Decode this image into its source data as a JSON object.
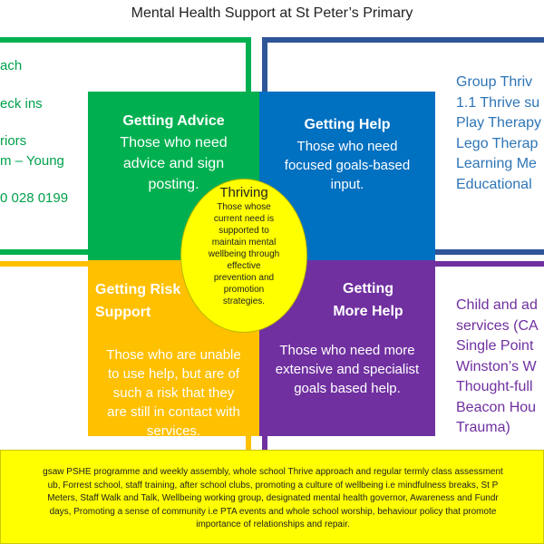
{
  "title": "Mental Health Support at St Peter’s Primary",
  "colors": {
    "green": "#00b050",
    "blue": "#0070c0",
    "navy": "#2e5597",
    "orange": "#ffc000",
    "purple": "#7030a0",
    "yellow": "#ffff00"
  },
  "left_list": [
    "ach",
    "eck ins",
    "riors",
    "m – Young",
    "0 028 0199"
  ],
  "right_blue_list": [
    "Group Thriv",
    "1.1 Thrive su",
    "Play Therapy",
    "Lego Therap",
    "Learning Me",
    "Educational"
  ],
  "right_purple_list": [
    "Child and ad",
    "services (CA",
    "Single Point",
    "Winston’s W",
    "Thought-full",
    "Beacon Hou",
    "Trauma)"
  ],
  "quadrants": {
    "advice": {
      "title": "Getting Advice",
      "body": [
        "Those who need",
        "advice and sign",
        "posting."
      ]
    },
    "help": {
      "title": "Getting Help",
      "body": [
        "Those who need",
        "focused goals-based",
        "input."
      ]
    },
    "risk": {
      "title": [
        "Getting Risk",
        "Support"
      ],
      "body": [
        "Those who are unable",
        "to use help, but are of",
        "such a risk that they",
        "are still in contact with",
        "services."
      ]
    },
    "more_help": {
      "title": [
        "Getting",
        "More Help"
      ],
      "body": [
        "Those who need more",
        "extensive and specialist",
        "goals based help."
      ]
    }
  },
  "thriving": {
    "title": "Thriving",
    "body": [
      "Those whose",
      "current need is",
      "supported to",
      "maintain mental",
      "wellbeing through",
      "effective",
      "prevention and",
      "promotion",
      "strategies."
    ]
  },
  "bottom_lines": [
    "gsaw PSHE programme and weekly assembly, whole school Thrive approach and regular termly class assessment",
    "ub, Forrest school, staff training, after school clubs, promoting a culture of wellbeing i.e mindfulness breaks, St P",
    "Meters, Staff Walk and Talk, Wellbeing working group, designated mental health governor, Awareness and Fundr",
    "days, Promoting a sense of community i.e PTA events and whole school worship, behaviour policy that promote",
    "importance of relationships and repair."
  ]
}
